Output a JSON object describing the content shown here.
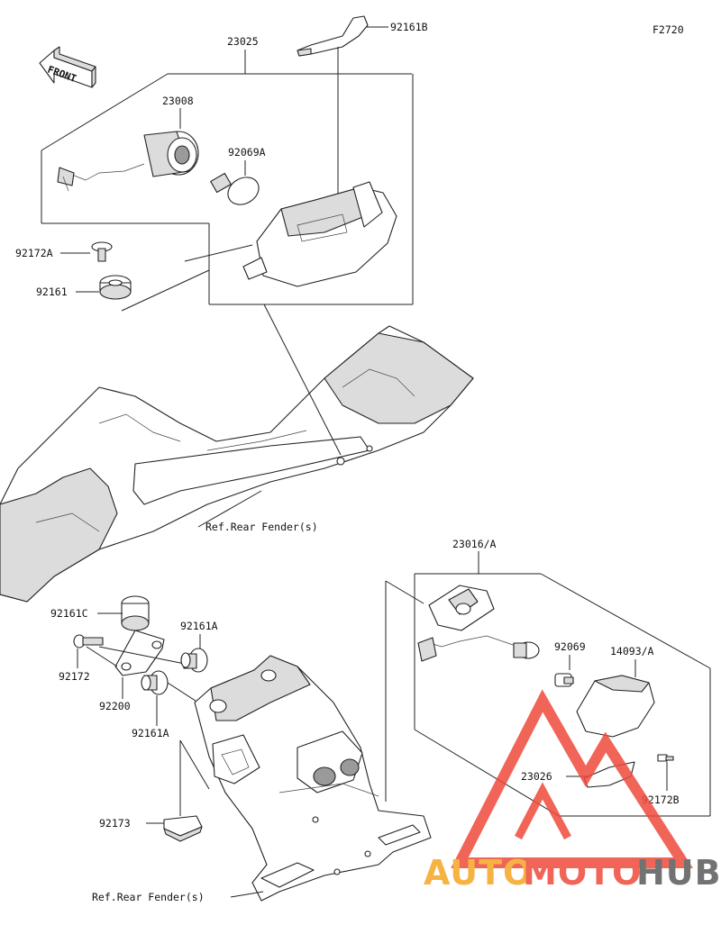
{
  "figure_code": "F2720",
  "front_label": "FRONT",
  "callouts": {
    "c23025": "23025",
    "c92161B": "92161B",
    "c23008": "23008",
    "c92069A": "92069A",
    "c92172A": "92172A",
    "c92161": "92161",
    "ref_upper": "Ref.Rear Fender(s)",
    "c23016A": "23016/A",
    "c92161C": "92161C",
    "c92161A_1": "92161A",
    "c92172": "92172",
    "c92200": "92200",
    "c92161A_2": "92161A",
    "c92069": "92069",
    "c14093A": "14093/A",
    "c23026": "23026",
    "c92172B": "92172B",
    "c92173": "92173",
    "ref_lower": "Ref.Rear Fender(s)"
  },
  "watermark": {
    "part1": "AUTO",
    "part2": "MOTO",
    "part3": "HUB",
    "colors": {
      "red": "#ef4a3c",
      "orange": "#f5a623",
      "gray": "#5a5a5a"
    }
  }
}
